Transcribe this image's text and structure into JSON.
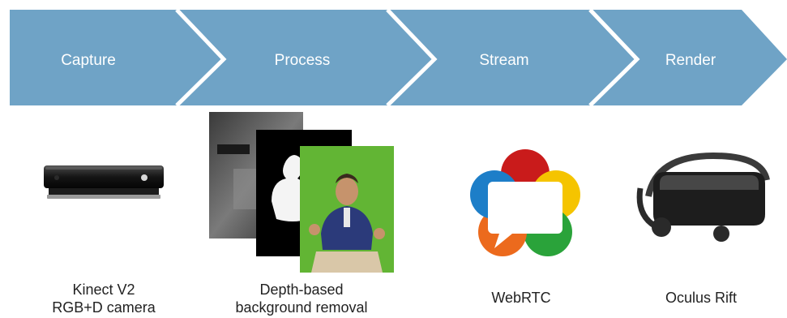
{
  "pipeline": {
    "stages": [
      {
        "label": "Capture"
      },
      {
        "label": "Process"
      },
      {
        "label": "Stream"
      },
      {
        "label": "Render"
      }
    ],
    "color": "#6fa3c6"
  },
  "items": {
    "kinect": {
      "caption_line1": "Kinect V2",
      "caption_line2": "RGB+D camera"
    },
    "process": {
      "caption_line1": "Depth-based",
      "caption_line2": "background removal"
    },
    "webrtc": {
      "caption_line1": "WebRTC"
    },
    "rift": {
      "caption_line1": "Oculus Rift"
    }
  },
  "colors": {
    "green_screen": "#62b534",
    "webrtc_red": "#c91b1b",
    "webrtc_yellow": "#f5c400",
    "webrtc_green": "#2aa33a",
    "webrtc_orange": "#ec6a1d",
    "webrtc_blue": "#1d7ec8"
  }
}
